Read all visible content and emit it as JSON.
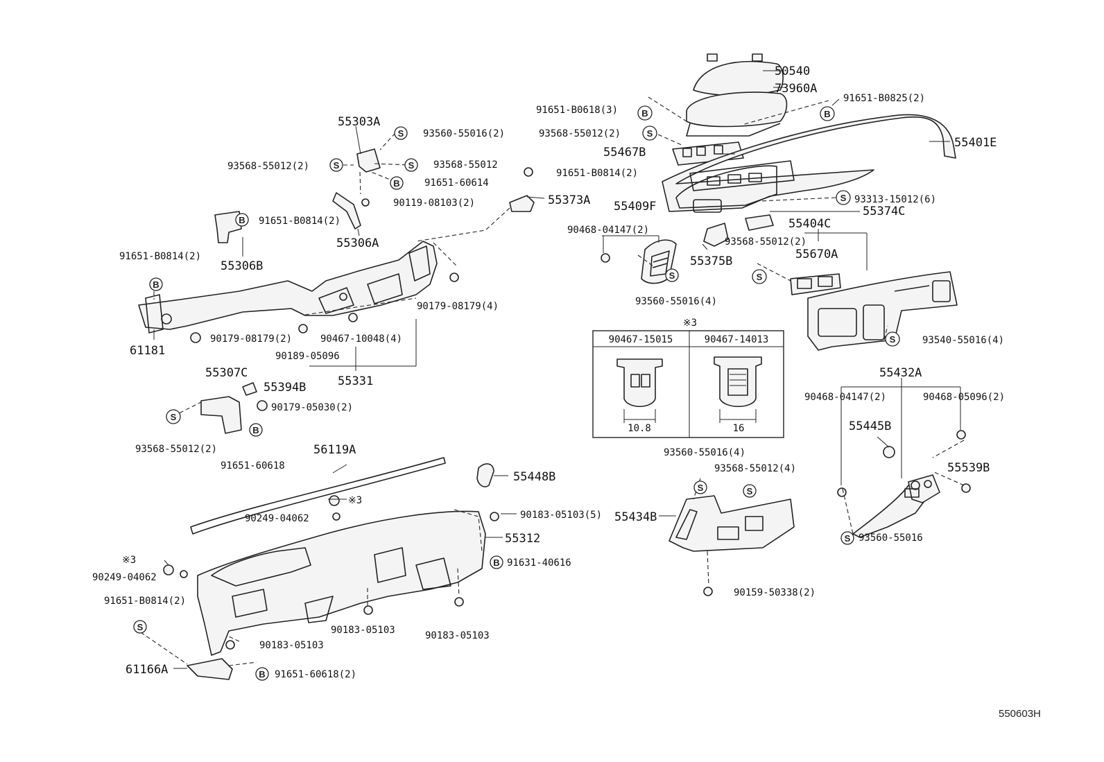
{
  "labels": {
    "p50540": "50540",
    "p73960A": "73960A",
    "p91651B0825": "91651-B0825(2)",
    "p91651B0618": "91651-B0618(3)",
    "p93568_55012_2a": "93568-55012(2)",
    "p55467B": "55467B",
    "p55401E": "55401E",
    "p55303A": "55303A",
    "p93560_55016_2": "93560-55016(2)",
    "p93568_55012_2b": "93568-55012(2)",
    "p93568_55012": "93568-55012",
    "p91651B0814_2a": "91651-B0814(2)",
    "p91651_60614": "91651-60614",
    "p90119_08103": "90119-08103(2)",
    "p55373A": "55373A",
    "p93313_15012": "93313-15012(6)",
    "p55374C": "55374C",
    "p55409F": "55409F",
    "p90468_04147_a": "90468-04147(2)",
    "p55404C": "55404C",
    "p93568_55012_2c": "93568-55012(2)",
    "p55670A": "55670A",
    "p55375B": "55375B",
    "p91651B0814_2b": "91651-B0814(2)",
    "p55306A": "55306A",
    "p55306B": "55306B",
    "p91651B0814_2c": "91651-B0814(2)",
    "p93560_55016_4a": "93560-55016(4)",
    "p90179_08179_4": "90179-08179(4)",
    "p93540_55016": "93540-55016(4)",
    "p61181": "61181",
    "p90179_08179_2": "90179-08179(2)",
    "p90467_10048": "90467-10048(4)",
    "p90189_05096": "90189-05096",
    "p55331": "55331",
    "p55307C": "55307C",
    "p55394B": "55394B",
    "p90179_05030": "90179-05030(2)",
    "p93568_55012_2d": "93568-55012(2)",
    "p91651_60618": "91651-60618",
    "p55432A": "55432A",
    "p90468_04147_b": "90468-04147(2)",
    "p90468_05096": "90468-05096(2)",
    "p55445B": "55445B",
    "p55539B": "55539B",
    "p93560_55016": "93560-55016",
    "p56119A": "56119A",
    "p55448B": "55448B",
    "p3a": "※3",
    "p90249_04062_a": "90249-04062",
    "p90183_05103_5": "90183-05103(5)",
    "p55312": "55312",
    "p3b": "※3",
    "p90249_04062_b": "90249-04062",
    "p91631_40616": "91631-40616",
    "p91651B0814_2d": "91651-B0814(2)",
    "p90183_05103_a": "90183-05103",
    "p90183_05103_b": "90183-05103",
    "p90183_05103_c": "90183-05103",
    "p61166A": "61166A",
    "p91651_60618_2": "91651-60618(2)",
    "p93560_55016_4b": "93560-55016(4)",
    "p93568_55012_4": "93568-55012(4)",
    "p55434B": "55434B",
    "p90159_50338": "90159-50338(2)"
  },
  "clip_table": {
    "title": "※3",
    "col1": "90467-15015",
    "col2": "90467-14013",
    "dim1": "10.8",
    "dim2": "16"
  },
  "symbols": {
    "s": "S",
    "b": "B"
  },
  "ref_code": "550603H"
}
